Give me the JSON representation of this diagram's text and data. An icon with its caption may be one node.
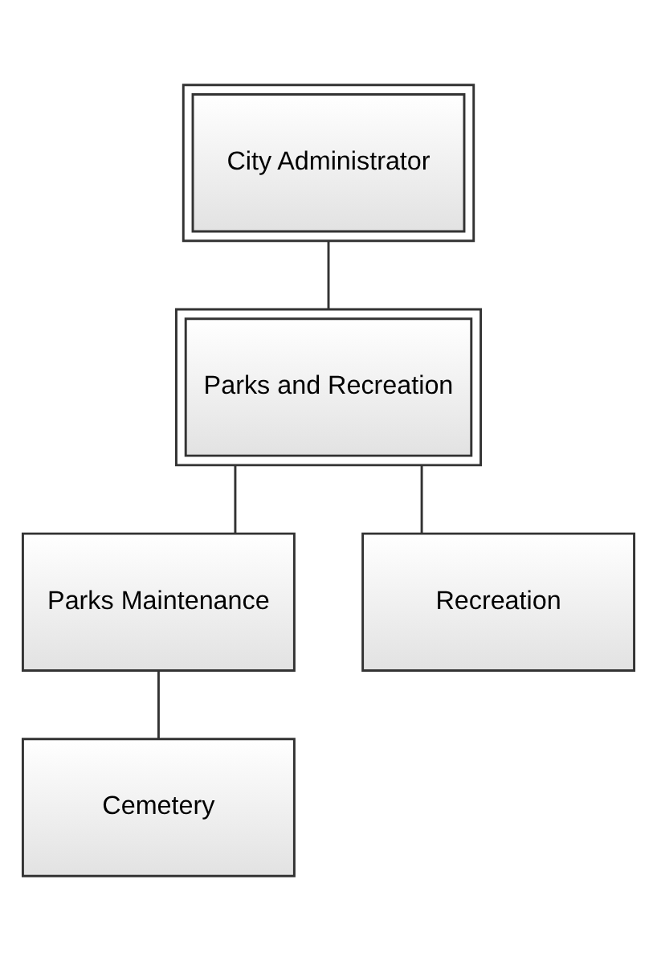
{
  "diagram": {
    "nodes": [
      {
        "text": [
          "City Administrator"
        ]
      },
      {
        "text": [
          "Parks and Recreation"
        ]
      },
      {
        "text": [
          "Parks Maintenance"
        ]
      },
      {
        "text": [
          "Cemetery"
        ]
      },
      {
        "text": [
          "Recreation"
        ]
      }
    ],
    "edges": [
      {
        "from": 0,
        "to": 1,
        "arrow": "none"
      },
      {
        "from": 1,
        "to": 2,
        "arrow": "none"
      },
      {
        "from": 2,
        "to": 3,
        "arrow": "none"
      },
      {
        "from": 1,
        "to": 4,
        "arrow": "none"
      }
    ]
  }
}
